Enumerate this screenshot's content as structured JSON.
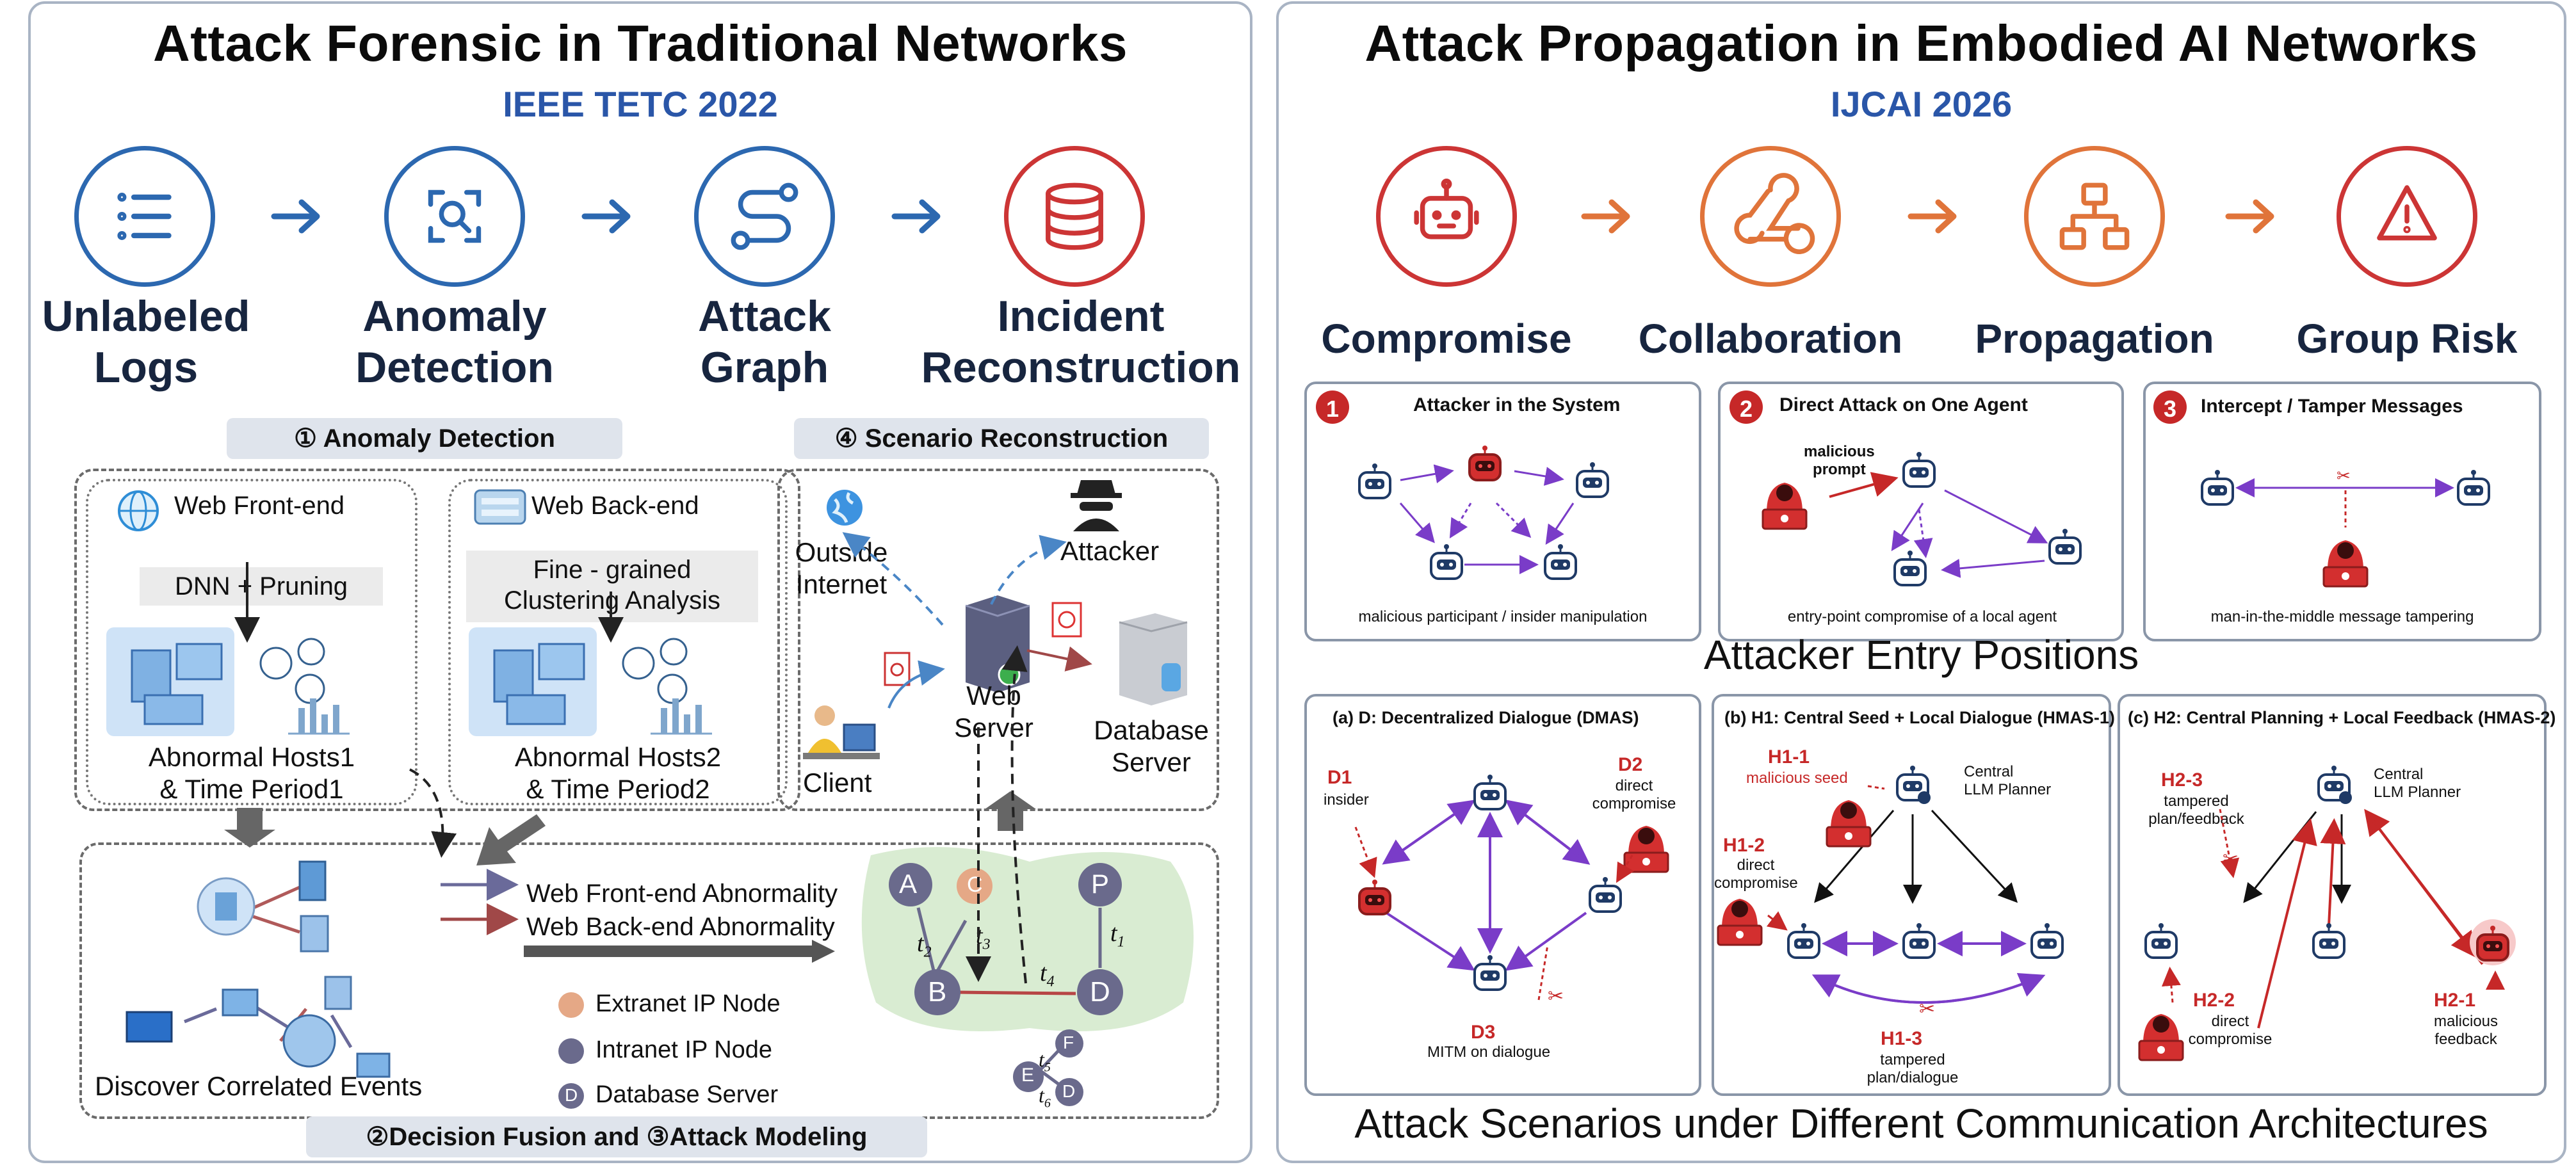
{
  "left": {
    "title": "Attack Forensic in Traditional Networks",
    "venue": "IEEE TETC 2022",
    "pipeline": [
      {
        "icon": "list-icon",
        "line1": "Unlabeled",
        "line2": "Logs"
      },
      {
        "icon": "magnifier-icon",
        "line1": "Anomaly",
        "line2": "Detection"
      },
      {
        "icon": "graph-path-icon",
        "line1": "Attack",
        "line2": "Graph"
      },
      {
        "icon": "database-icon",
        "line1": "Incident",
        "line2": "Reconstruction"
      }
    ],
    "anomaly_detection": {
      "header": "① Anomaly Detection",
      "front": {
        "title": "Web Front-end",
        "method": "DNN + Pruning",
        "result1": "Abnormal Hosts1",
        "result2": "& Time Period1"
      },
      "back": {
        "title": "Web Back-end",
        "method1": "Fine - grained",
        "method2": "Clustering Analysis",
        "result1": "Abnormal Hosts2",
        "result2": "& Time Period2"
      }
    },
    "scenario": {
      "header": "④ Scenario Reconstruction",
      "outside1": "Outside",
      "outside2": "Internet",
      "attacker": "Attacker",
      "client": "Client",
      "web1": "Web",
      "web2": "Server",
      "db1": "Database",
      "db2": "Server"
    },
    "fusion": {
      "footer": "②Decision Fusion and ③Attack Modeling",
      "correlated": "Discover Correlated Events",
      "front_abn": "Web Front-end Abnormality",
      "back_abn": "Web Back-end Abnormality",
      "legend": [
        "Extranet IP Node",
        "Intranet IP Node",
        "Database Server"
      ],
      "legend_d": "D",
      "nodes": {
        "A": "A",
        "C": "C",
        "P": "P",
        "B": "B",
        "D": "D",
        "E": "E",
        "F": "F",
        "D2": "D"
      },
      "edge_labels": {
        "t1": "t",
        "t2": "t",
        "t3": "t",
        "t4": "t",
        "t5": "t",
        "t6": "t"
      },
      "edge_subs": {
        "t1": "1",
        "t2": "2",
        "t3": "3",
        "t4": "4",
        "t5": "5",
        "t6": "6"
      }
    }
  },
  "right": {
    "title": "Attack Propagation in Embodied AI Networks",
    "venue": "IJCAI 2026",
    "pipeline": [
      {
        "icon": "robot-icon",
        "label": "Compromise"
      },
      {
        "icon": "webhook-icon",
        "label": "Collaboration"
      },
      {
        "icon": "hierarchy-icon",
        "label": "Propagation"
      },
      {
        "icon": "warning-icon",
        "label": "Group Risk"
      }
    ],
    "entry": {
      "caption": "Attacker Entry Positions",
      "cards": [
        {
          "num": "1",
          "title": "Attacker in the System",
          "note": "malicious participant / insider manipulation"
        },
        {
          "num": "2",
          "title": "Direct Attack on One Agent",
          "note": "entry-point compromise of a local agent",
          "prompt1": "malicious",
          "prompt2": "prompt"
        },
        {
          "num": "3",
          "title": "Intercept / Tamper Messages",
          "note": "man-in-the-middle message tampering"
        }
      ]
    },
    "scenarios": {
      "caption": "Attack Scenarios under Different Communication Architectures",
      "a": {
        "title": "(a) D: Decentralized Dialogue (DMAS)",
        "d1": "D1",
        "d1_sub": "insider",
        "d2": "D2",
        "d2_sub1": "direct",
        "d2_sub2": "compromise",
        "d3": "D3",
        "d3_sub": "MITM on dialogue"
      },
      "b": {
        "title": "(b) H1: Central Seed + Local Dialogue (HMAS-1)",
        "planner1": "Central",
        "planner2": "LLM Planner",
        "h11": "H1-1",
        "h11_sub": "malicious seed",
        "h12": "H1-2",
        "h12_sub1": "direct",
        "h12_sub2": "compromise",
        "h13": "H1-3",
        "h13_sub1": "tampered",
        "h13_sub2": "plan/dialogue"
      },
      "c": {
        "title": "(c) H2: Central Planning + Local Feedback (HMAS-2)",
        "planner1": "Central",
        "planner2": "LLM Planner",
        "h23": "H2-3",
        "h23_sub1": "tampered",
        "h23_sub2": "plan/feedback",
        "h22": "H2-2",
        "h22_sub1": "direct",
        "h22_sub2": "compromise",
        "h21": "H2-1",
        "h21_sub1": "malicious",
        "h21_sub2": "feedback"
      }
    }
  },
  "colors": {
    "blue": "#2c68b0",
    "red": "#cc3535",
    "orange": "#e0743a",
    "navy": "#17253f",
    "purple": "#7a3cc8",
    "venue_blue": "#2a56a8"
  }
}
